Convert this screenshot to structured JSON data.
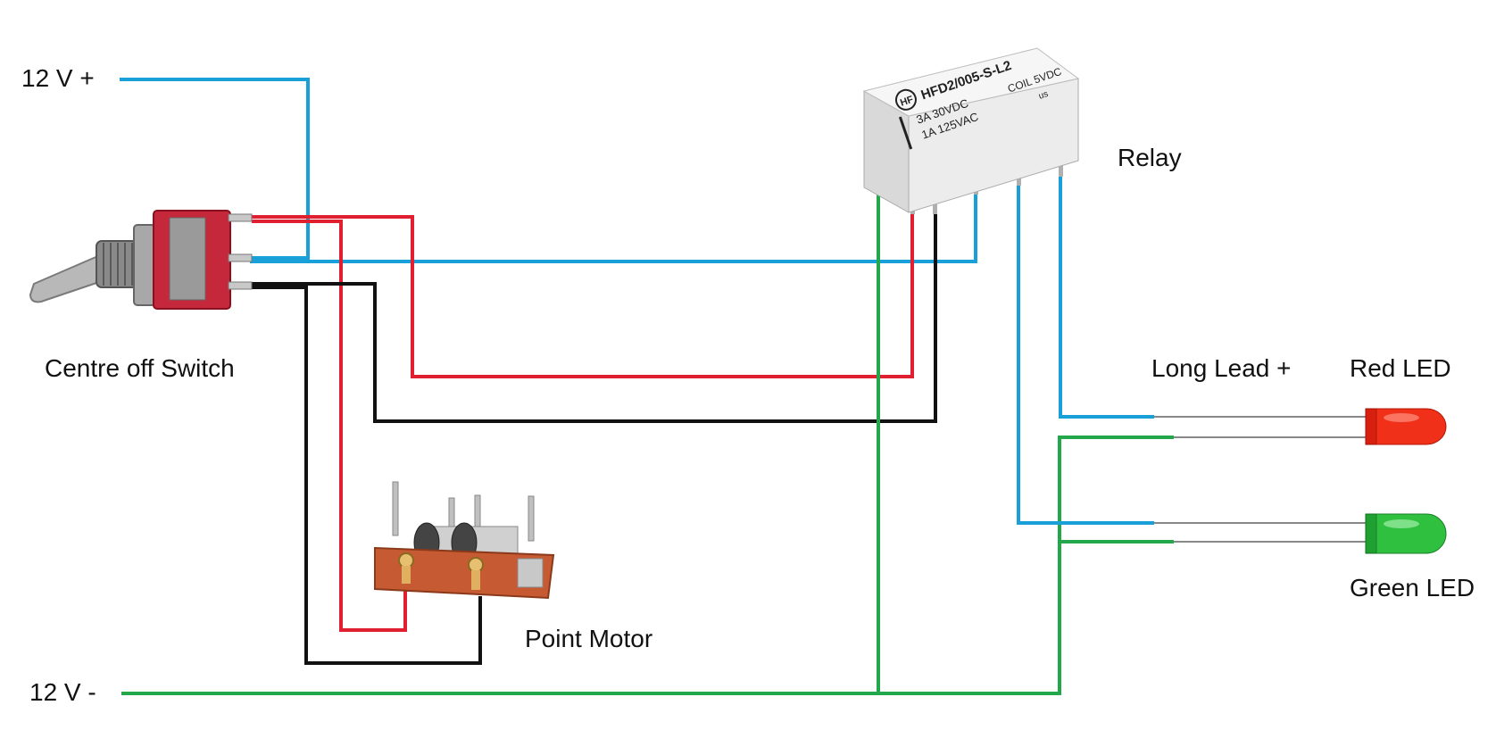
{
  "labels": {
    "v12_pos": "12 V +",
    "v12_neg": "12 V -",
    "switch": "Centre off Switch",
    "point_motor": "Point Motor",
    "relay": "Relay",
    "long_lead": "Long Lead +",
    "red_led": "Red LED",
    "green_led": "Green LED"
  },
  "relay_markings": {
    "logo": "HF",
    "model": "HFD2/005-S-L2",
    "coil": "COIL 5VDC",
    "rating_dc": "3A 30VDC",
    "rating_ac": "1A 125VAC",
    "cert": "us"
  },
  "colors": {
    "wire_blue": "#1aa0d8",
    "wire_red": "#e02030",
    "wire_black": "#111111",
    "wire_green": "#22a84a",
    "switch_body": "#c4283a",
    "led_red": "#f03018",
    "led_green": "#30c040"
  },
  "icons": {
    "switch": "toggle-switch-icon",
    "relay": "relay-icon",
    "point_motor": "point-motor-icon",
    "red_led": "red-led-icon",
    "green_led": "green-led-icon"
  }
}
